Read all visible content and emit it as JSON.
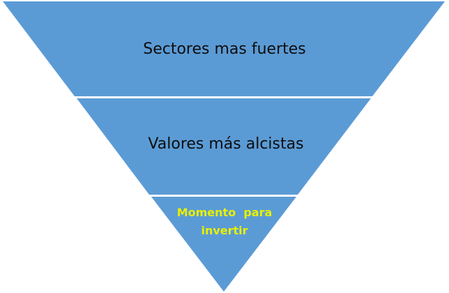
{
  "diagram": {
    "type": "inverted-pyramid",
    "fill_color": "#5B9BD5",
    "levels": [
      {
        "label": "Sectores mas fuertes",
        "text_color": "#0d0d0d"
      },
      {
        "label": "Valores más alcistas",
        "text_color": "#0d0d0d"
      },
      {
        "label_line1": "Momento  para",
        "label_line2": "invertir",
        "text_color": "#E8F000"
      }
    ]
  }
}
